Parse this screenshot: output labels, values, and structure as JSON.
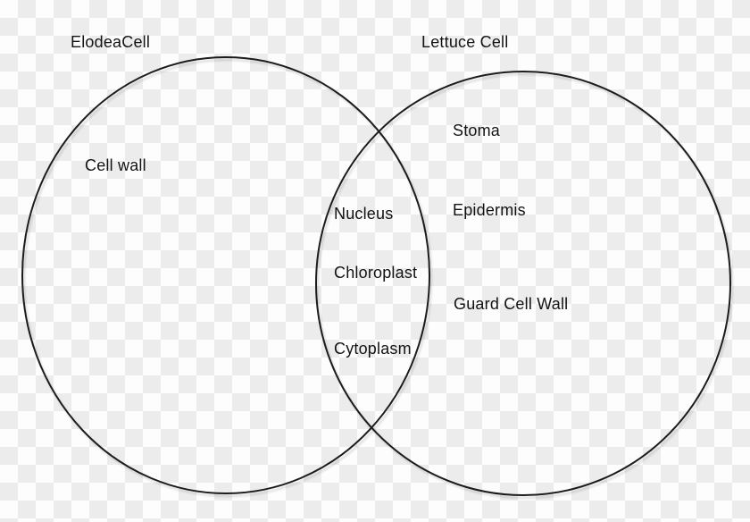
{
  "venn": {
    "left": {
      "title": "ElodeaCell",
      "items": [
        "Cell wall"
      ]
    },
    "intersection": {
      "items": [
        "Nucleus",
        "Chloroplast",
        "Cytoplasm"
      ]
    },
    "right": {
      "title": "Lettuce Cell",
      "items": [
        "Stoma",
        "Epidermis",
        "Guard Cell Wall"
      ]
    },
    "colors": {
      "circle_stroke": "#1c1c1c",
      "text": "#131313",
      "checker_light": "#fdfdfd",
      "checker_dark": "#ececec"
    }
  }
}
